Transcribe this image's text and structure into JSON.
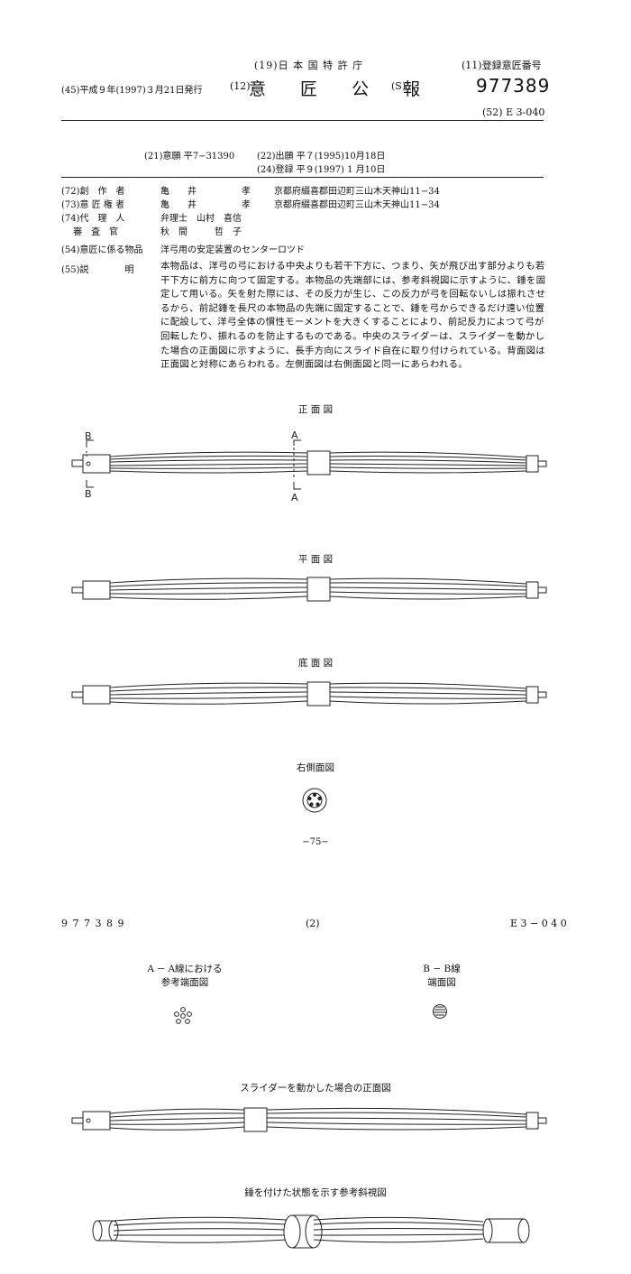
{
  "header": {
    "office": "(19)日 本 国 特 許 庁",
    "reg_label": "(11)登録意匠番号",
    "issue_date": "(45)平成９年(1997)３月21日発行",
    "gazette_prefix": "(12)",
    "gazette_title": "意 匠 公 報",
    "gazette_suffix": "(S)",
    "reg_number": "977389",
    "classification": "(52) E 3-040"
  },
  "bib": {
    "app_number": "(21)意願 平7−31390",
    "filing_date": "(22)出願 平７(1995)10月18日",
    "reg_date": "(24)登録 平９(1997) 1 月10日",
    "parties": [
      {
        "code": "(72)創　作　者",
        "name": "亀　　井　　　　　孝",
        "address": "京都府綴喜郡田辺町三山木天神山11−34"
      },
      {
        "code": "(73)意 匠 権 者",
        "name": "亀　　井　　　　　孝",
        "address": "京都府綴喜郡田辺町三山木天神山11−34"
      },
      {
        "code": "(74)代　理　人",
        "name": "弁理士　山村　喜信",
        "address": ""
      },
      {
        "code": "　 審　査　官",
        "name": "秋　間　　　哲　子",
        "address": ""
      }
    ],
    "article_code": "(54)意匠に係る物品",
    "article": "洋弓用の安定装置のセンターロツド",
    "desc_code": "(55)説　　　　明",
    "description": "本物品は、洋弓の弓における中央よりも若干下方に、つまり、矢が飛び出す部分よりも若干下方に前方に向つて固定する。本物品の先端部には、参考斜視図に示すように、錘を固定して用いる。矢を射た際には、その反力が生じ、この反力が弓を回転ないしは振れさせるから、前記錘を長尺の本物品の先端に固定することで、錘を弓からできるだけ遠い位置に配設して、洋弓全体の慣性モーメントを大きくすることにより、前記反力によつて弓が回転したり、振れるのを防止するものである。中央のスライダーは、スライダーを動かした場合の正面図に示すように、長手方向にスライド自在に取り付けられている。背面図は正面図と対称にあらわれる。左側面図は右側面図と同一にあらわれる。"
  },
  "figures": {
    "front": "正 面 図",
    "plan": "平 面 図",
    "bottom": "底 面 図",
    "right_side": "右側面図",
    "marker_a": "A",
    "marker_b": "B"
  },
  "page1_number": "−75−",
  "page2": {
    "left": "9 7 7 3 8 9",
    "center": "(2)",
    "right": "E 3 − 0 4 0",
    "aa_line1": "A − A線における",
    "aa_line2": "参考端面図",
    "bb_line1": "B − B線",
    "bb_line2": "端面図",
    "slider_moved": "スライダーを動かした場合の正面図",
    "weighted": "錘を付けた状態を示す参考斜視図"
  }
}
